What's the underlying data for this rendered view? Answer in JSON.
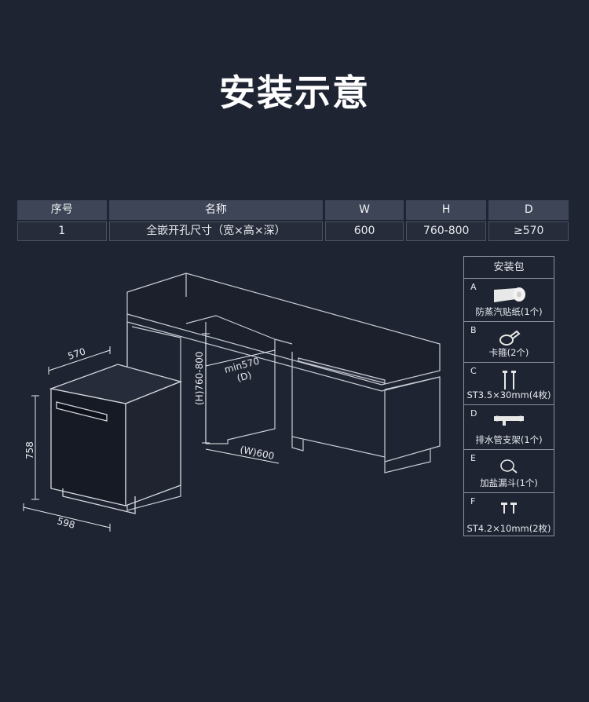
{
  "title": "安装示意",
  "table": {
    "headers": [
      "序号",
      "名称",
      "W",
      "H",
      "D"
    ],
    "row": [
      "1",
      "全嵌开孔尺寸（宽×高×深）",
      "600",
      "760-800",
      "≥570"
    ]
  },
  "dimensions": {
    "depth_top": "570",
    "height_side": "758",
    "width_bottom": "598",
    "cabinet_h": "(H)760-800",
    "cabinet_d1": "min570",
    "cabinet_d2": "(D)",
    "cabinet_w": "(W)600"
  },
  "kit": {
    "title": "安装包",
    "items": [
      {
        "letter": "A",
        "label": "防蒸汽贴纸(1个)",
        "icon": "sticker-roll-icon"
      },
      {
        "letter": "B",
        "label": "卡箍(2个)",
        "icon": "hose-clamp-icon"
      },
      {
        "letter": "C",
        "label": "ST3.5×30mm(4枚)",
        "icon": "long-screw-icon"
      },
      {
        "letter": "D",
        "label": "排水管支架(1个)",
        "icon": "drain-bracket-icon"
      },
      {
        "letter": "E",
        "label": "加盐漏斗(1个)",
        "icon": "salt-funnel-icon"
      },
      {
        "letter": "F",
        "label": "ST4.2×10mm(2枚)",
        "icon": "short-screw-icon"
      }
    ]
  }
}
